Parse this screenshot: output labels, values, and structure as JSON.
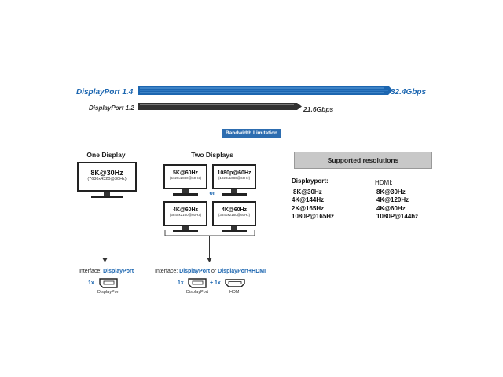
{
  "comparison": {
    "dp14": {
      "label": "DisplayPort 1.4",
      "speed": "32.4Gbps",
      "color": "#1c66b0"
    },
    "dp12": {
      "label": "DisplayPort 1.2",
      "speed": "21.6Gbps",
      "color": "#333333"
    }
  },
  "bandwidth_limitation": {
    "label": "Bandwidth Limitation",
    "color": "#2d6db0"
  },
  "one_display": {
    "title": "One Display",
    "monitor": {
      "res": "8K@30Hz",
      "sub": "(7680x4320@30Hz)"
    },
    "interface_prefix": "Interface: ",
    "interface_value": "DisplayPort",
    "port_count": "1x",
    "port_label": "DisplayPort"
  },
  "two_displays": {
    "title": "Two Displays",
    "monitors": [
      {
        "res": "5K@60Hz",
        "sub": "(5120x2880@60Hz)"
      },
      {
        "res": "1080p@60Hz",
        "sub": "(1920x1080@60Hz)"
      },
      {
        "res": "4K@60Hz",
        "sub": "(3840x2160@60Hz)"
      },
      {
        "res": "4K@60Hz",
        "sub": "(3840x2160@60Hz)"
      }
    ],
    "or_label": "or",
    "interface_prefix": "Interface: ",
    "interface_dp": "DisplayPort",
    "interface_or": " or ",
    "interface_combo": "DisplayPort+HDMI",
    "dp_count": "1x",
    "plus_count": "+ 1x",
    "dp_label": "DisplayPort",
    "hdmi_label": "HDMI"
  },
  "supported": {
    "title": "Supported resolutions",
    "displayport": {
      "heading": "Displayport:",
      "items": [
        "8K@30Hz",
        "4K@144Hz",
        "2K@165Hz",
        "1080P@165Hz"
      ]
    },
    "hdmi": {
      "heading": "HDMI:",
      "items": [
        "8K@30Hz",
        "4K@120Hz",
        "4K@60Hz",
        "1080P@144hz"
      ]
    }
  },
  "colors": {
    "accent": "#1c66b0",
    "dark": "#222222",
    "panel": "#c8c8c8"
  }
}
